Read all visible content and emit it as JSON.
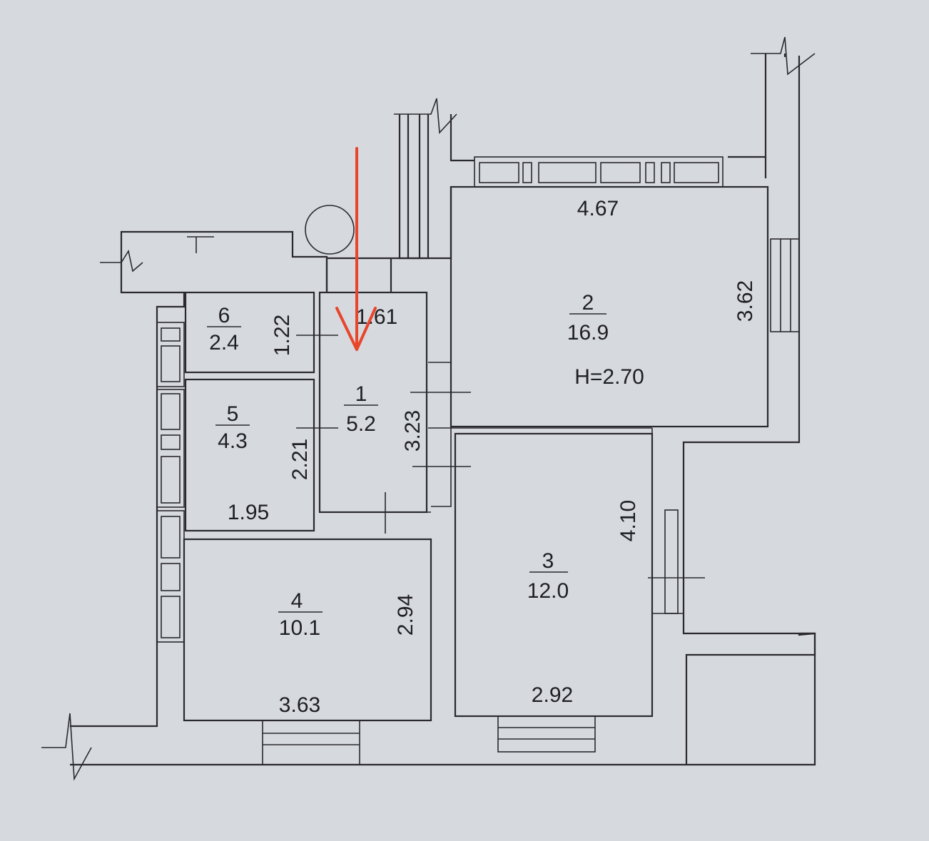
{
  "colors": {
    "paper": "#d6d9de",
    "ink": "#2a2a2e",
    "arrow": "#e8452a"
  },
  "rooms": [
    {
      "id": "6",
      "num": "6",
      "area": "2.4"
    },
    {
      "id": "5",
      "num": "5",
      "area": "4.3"
    },
    {
      "id": "1",
      "num": "1",
      "area": "5.2"
    },
    {
      "id": "4",
      "num": "4",
      "area": "10.1"
    },
    {
      "id": "2",
      "num": "2",
      "area": "16.9"
    },
    {
      "id": "3",
      "num": "3",
      "area": "12.0"
    }
  ],
  "dimensions": {
    "room6_h": "1.22",
    "room1_w": "1.61",
    "room5_h": "2.21",
    "room5_w": "1.95",
    "room1_h": "3.23",
    "room4_h": "2.94",
    "room4_w": "3.63",
    "room2_w": "4.67",
    "room2_h": "3.62",
    "room3_h": "4.10",
    "room3_w": "2.92"
  },
  "ceiling_height": "H=2.70",
  "annotation": {
    "type": "arrow",
    "direction": "down",
    "color": "#e8452a"
  }
}
